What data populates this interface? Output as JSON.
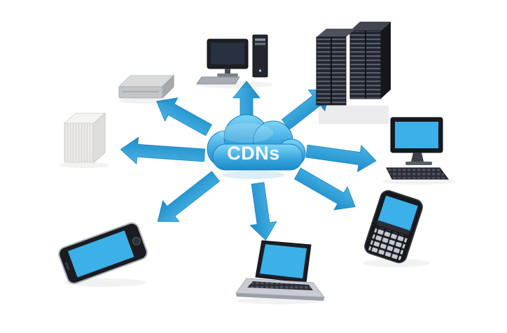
{
  "diagram": {
    "type": "cdn-network-diagram",
    "center": {
      "label": "CDNs",
      "shape": "cloud-icon"
    },
    "nodes": [
      {
        "id": "external-drive",
        "icon": "external-drive-icon",
        "position": "upper-left"
      },
      {
        "id": "desktop-computer",
        "icon": "desktop-computer-icon",
        "position": "top"
      },
      {
        "id": "server-rack",
        "icon": "server-rack-icon",
        "position": "upper-right"
      },
      {
        "id": "workstation",
        "icon": "workstation-icon",
        "position": "right"
      },
      {
        "id": "qwerty-smartphone",
        "icon": "blackberry-phone-icon",
        "position": "lower-right"
      },
      {
        "id": "laptop",
        "icon": "laptop-icon",
        "position": "bottom"
      },
      {
        "id": "touch-smartphone",
        "icon": "smartphone-icon",
        "position": "lower-left"
      },
      {
        "id": "storage-box",
        "icon": "storage-box-icon",
        "position": "left"
      }
    ],
    "edges": [
      {
        "from": "center",
        "to": "external-drive"
      },
      {
        "from": "center",
        "to": "desktop-computer"
      },
      {
        "from": "center",
        "to": "server-rack"
      },
      {
        "from": "center",
        "to": "workstation"
      },
      {
        "from": "center",
        "to": "qwerty-smartphone"
      },
      {
        "from": "center",
        "to": "laptop"
      },
      {
        "from": "center",
        "to": "touch-smartphone"
      },
      {
        "from": "center",
        "to": "storage-box"
      }
    ],
    "colors": {
      "background": "#ffffff",
      "cloud_top": "#7ed5f7",
      "cloud_bottom": "#1b89c9",
      "arrow": "#2b9cd8",
      "screen_blue": "#3cb0e8",
      "device_dark": "#1a1c22"
    }
  }
}
